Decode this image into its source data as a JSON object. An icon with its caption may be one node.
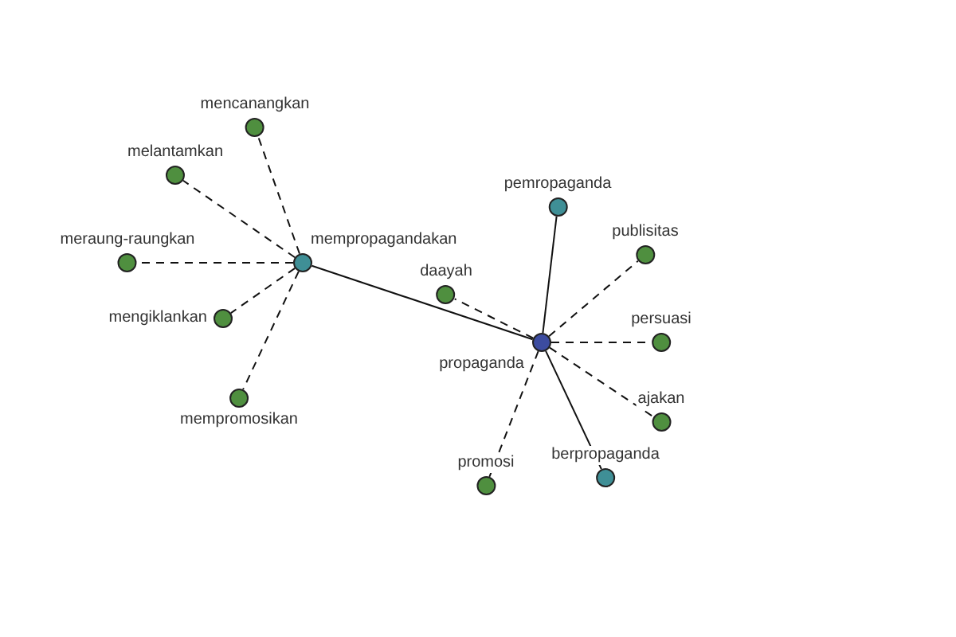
{
  "diagram": {
    "nodes": [
      {
        "text": [
          "propaganda"
        ]
      },
      {
        "text": [
          "mempropagandakan"
        ]
      },
      {
        "text": [
          "pemropaganda"
        ]
      },
      {
        "text": [
          "berpropaganda"
        ]
      },
      {
        "text": [
          "daayah"
        ]
      },
      {
        "text": [
          "publisitas"
        ]
      },
      {
        "text": [
          "persuasi"
        ]
      },
      {
        "text": [
          "ajakan"
        ]
      },
      {
        "text": [
          "promosi"
        ]
      },
      {
        "text": [
          "melantamkan"
        ]
      },
      {
        "text": [
          "mencanangkan"
        ]
      },
      {
        "text": [
          "meraung-raungkan"
        ]
      },
      {
        "text": [
          "mengiklankan"
        ]
      },
      {
        "text": [
          "mempromosikan"
        ]
      }
    ],
    "edges": [
      {
        "from": 0,
        "to": 1,
        "arrow": "none"
      },
      {
        "from": 0,
        "to": 2,
        "arrow": "none"
      },
      {
        "from": 0,
        "to": 3,
        "arrow": "none"
      },
      {
        "from": 0,
        "to": 4,
        "arrow": "none",
        "style": "dashed"
      },
      {
        "from": 0,
        "to": 5,
        "arrow": "none",
        "style": "dashed"
      },
      {
        "from": 0,
        "to": 6,
        "arrow": "none",
        "style": "dashed"
      },
      {
        "from": 0,
        "to": 7,
        "arrow": "none",
        "style": "dashed"
      },
      {
        "from": 0,
        "to": 8,
        "arrow": "none",
        "style": "dashed"
      },
      {
        "from": 1,
        "to": 9,
        "arrow": "none",
        "style": "dashed"
      },
      {
        "from": 1,
        "to": 10,
        "arrow": "none",
        "style": "dashed"
      },
      {
        "from": 1,
        "to": 11,
        "arrow": "none",
        "style": "dashed"
      },
      {
        "from": 1,
        "to": 12,
        "arrow": "none",
        "style": "dashed"
      },
      {
        "from": 1,
        "to": 13,
        "arrow": "none",
        "style": "dashed"
      }
    ]
  }
}
